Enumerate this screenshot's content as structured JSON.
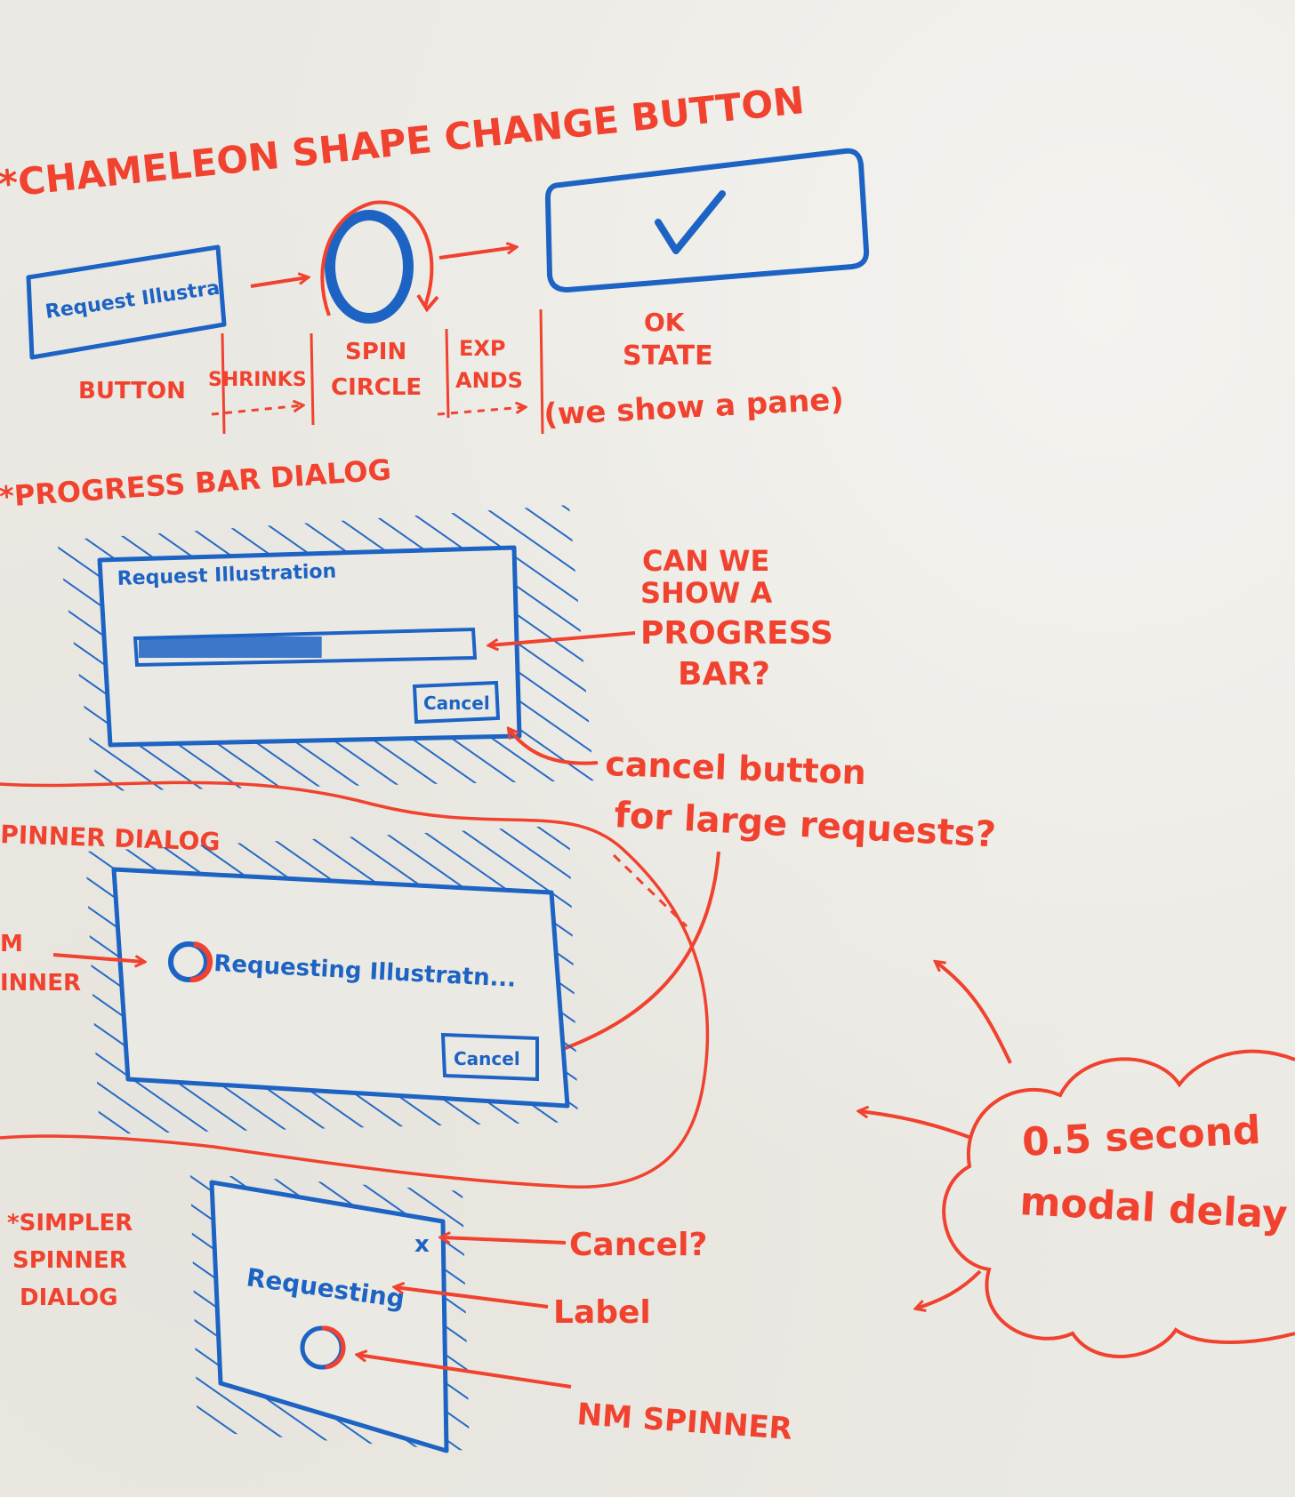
{
  "colors": {
    "red_marker": "#f0422e",
    "blue_marker": "#1d63c4",
    "board": "#ebe9e3"
  },
  "section1": {
    "heading": "*CHAMELEON SHAPE CHANGE BUTTON",
    "button_sketch_label": "Request Illustra",
    "label_button": "BUTTON",
    "label_shrinks": "SHRINKS",
    "label_spin_1": "SPIN",
    "label_spin_2": "CIRCLE",
    "label_expands_1": "EXP",
    "label_expands_2": "ANDS",
    "label_ok_1": "OK",
    "label_ok_2": "STATE",
    "label_ok_3": "(we show a pane)"
  },
  "section2": {
    "heading": "*PROGRESS BAR DIALOG",
    "dialog_title": "Request Illustration",
    "progress": 0.55,
    "cancel_label": "Cancel",
    "note_progress": [
      "CAN WE",
      "SHOW A",
      "PROGRESS",
      "BAR?"
    ],
    "note_cancel": [
      "cancel button",
      "for large requests?"
    ]
  },
  "section3": {
    "heading": "PINNER DIALOG",
    "side_label_1": "M",
    "side_label_2": "INNER",
    "status_text": "Requesting Illustratn...",
    "cancel_label": "Cancel"
  },
  "section4": {
    "heading": [
      "*SIMPLER",
      "SPINNER",
      "DIALOG"
    ],
    "close_glyph": "x",
    "dialog_label": "Requesting",
    "note_cancel": "Cancel?",
    "note_label": "Label",
    "note_spinner": "NM SPINNER"
  },
  "cloud": {
    "line_1": "0.5 second",
    "line_2": "modal delay"
  }
}
